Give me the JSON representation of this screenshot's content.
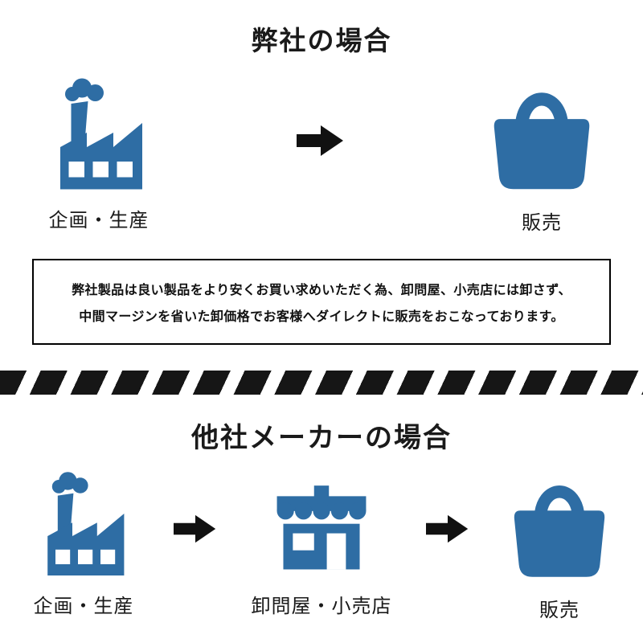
{
  "colors": {
    "icon_blue": "#2e6da4",
    "arrow_black": "#111111"
  },
  "top_section": {
    "title": "弊社の場合",
    "steps": [
      {
        "icon": "factory-icon",
        "label": "企画・生産"
      },
      {
        "icon": "shopping-bag-icon",
        "label": "販売"
      }
    ],
    "note": {
      "line1": "弊社製品は良い製品をより安くお買い求めいただく為、卸問屋、小売店には卸さず、",
      "line2": "中間マージンを省いた卸価格でお客様へダイレクトに販売をおこなっております。"
    }
  },
  "bottom_section": {
    "title": "他社メーカーの場合",
    "steps": [
      {
        "icon": "factory-icon",
        "label": "企画・生産"
      },
      {
        "icon": "storefront-icon",
        "label": "卸問屋・小売店"
      },
      {
        "icon": "shopping-bag-icon",
        "label": "販売"
      }
    ]
  }
}
